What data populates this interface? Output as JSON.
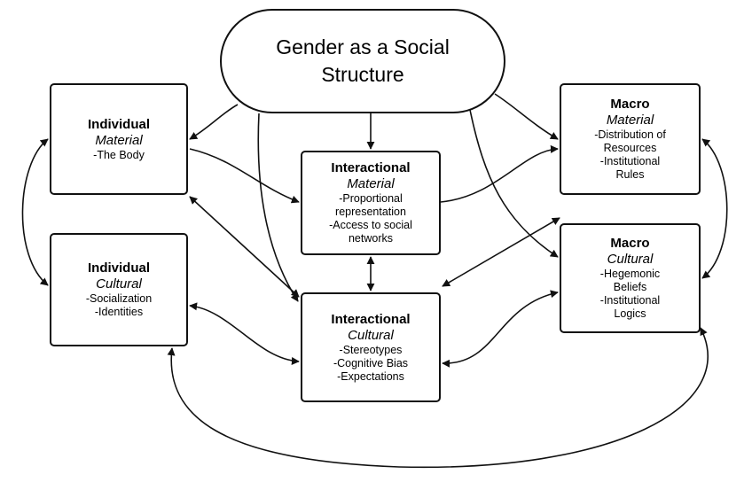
{
  "central": {
    "line1": "Gender as a Social",
    "line2": "Structure"
  },
  "individual_material": {
    "title": "Individual",
    "subtitle": "Material",
    "items": [
      "-The Body"
    ]
  },
  "individual_cultural": {
    "title": "Individual",
    "subtitle": "Cultural",
    "items": [
      "-Socialization",
      "-Identities"
    ]
  },
  "interactional_material": {
    "title": "Interactional",
    "subtitle": "Material",
    "items": [
      "-Proportional",
      "representation",
      "-Access to social",
      "networks"
    ]
  },
  "interactional_cultural": {
    "title": "Interactional",
    "subtitle": "Cultural",
    "items": [
      "-Stereotypes",
      "-Cognitive Bias",
      "-Expectations"
    ]
  },
  "macro_material": {
    "title": "Macro",
    "subtitle": "Material",
    "items": [
      "-Distribution of",
      "Resources",
      "-Institutional",
      "Rules"
    ]
  },
  "macro_cultural": {
    "title": "Macro",
    "subtitle": "Cultural",
    "items": [
      "-Hegemonic",
      "Beliefs",
      "-Institutional",
      "Logics"
    ]
  },
  "colors": {
    "stroke": "#111111",
    "background": "#ffffff"
  }
}
